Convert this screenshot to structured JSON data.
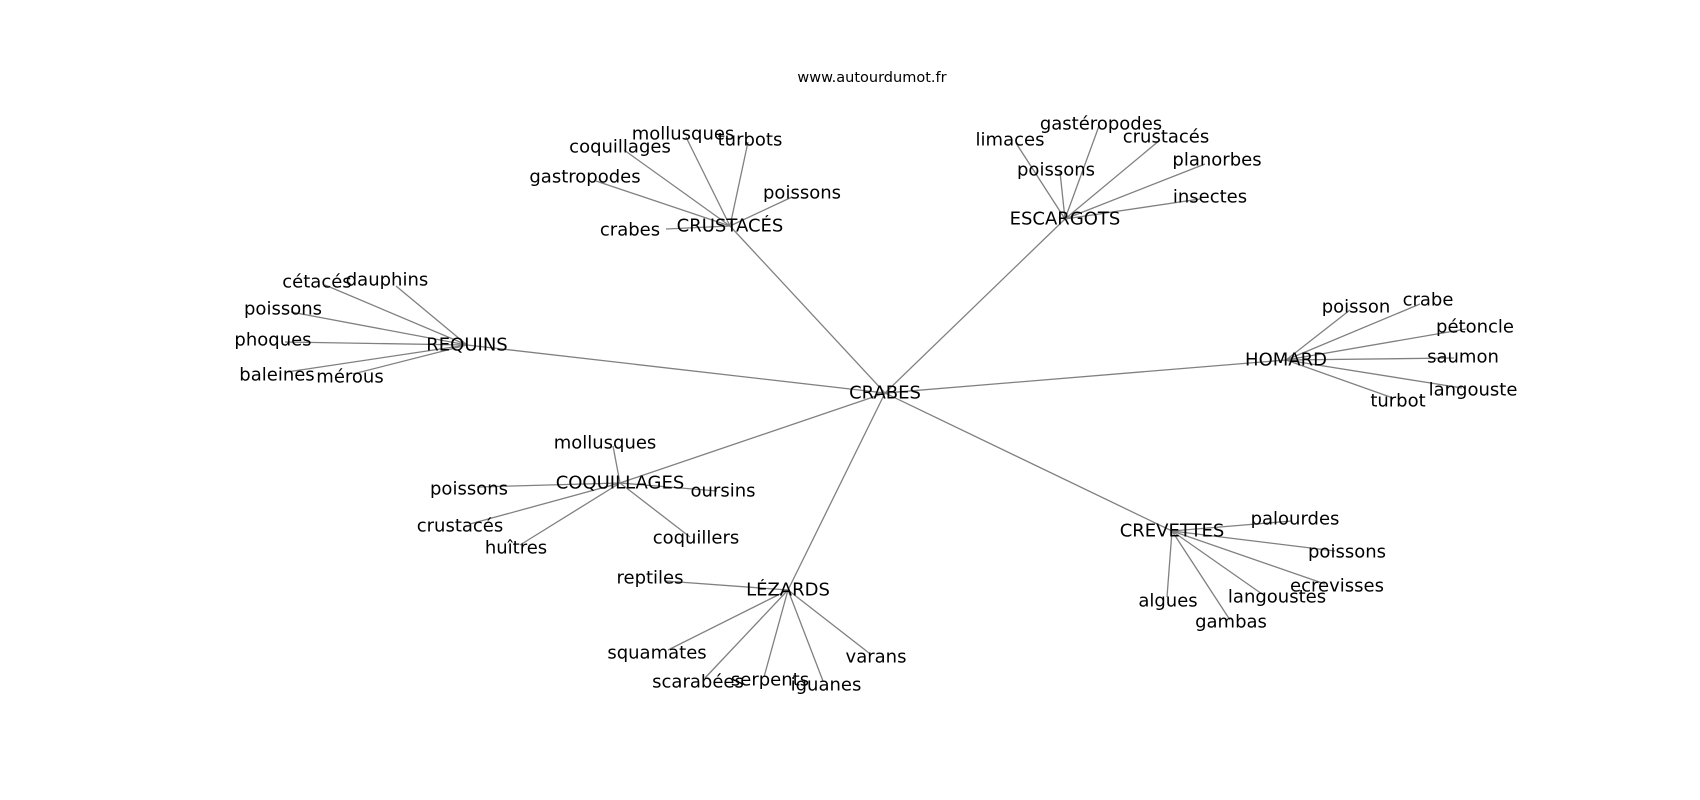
{
  "site_label": "www.autourdumot.fr",
  "colors": {
    "edge": "#808080",
    "text": "#000000",
    "background": "#ffffff"
  },
  "graph": {
    "center": "CRABES",
    "hubs": [
      {
        "label": "CRUSTACÉS",
        "words": [
          "mollusques",
          "coquillages",
          "turbots",
          "gastropodes",
          "poissons",
          "crabes"
        ]
      },
      {
        "label": "ESCARGOTS",
        "words": [
          "gastéropodes",
          "limaces",
          "crustacés",
          "poissons",
          "planorbes",
          "insectes"
        ]
      },
      {
        "label": "REQUINS",
        "words": [
          "cétacés",
          "dauphins",
          "poissons",
          "phoques",
          "baleines",
          "mérous"
        ]
      },
      {
        "label": "HOMARD",
        "words": [
          "poisson",
          "crabe",
          "pétoncle",
          "saumon",
          "langouste",
          "turbot"
        ]
      },
      {
        "label": "COQUILLAGES",
        "words": [
          "mollusques",
          "poissons",
          "oursins",
          "crustacés",
          "huîtres",
          "coquillers"
        ]
      },
      {
        "label": "CREVETTES",
        "words": [
          "palourdes",
          "poissons",
          "ecrevisses",
          "langoustes",
          "algues",
          "gambas"
        ]
      },
      {
        "label": "LÉZARDS",
        "words": [
          "reptiles",
          "squamates",
          "scarabées",
          "serpents",
          "iguanes",
          "varans"
        ]
      }
    ]
  }
}
